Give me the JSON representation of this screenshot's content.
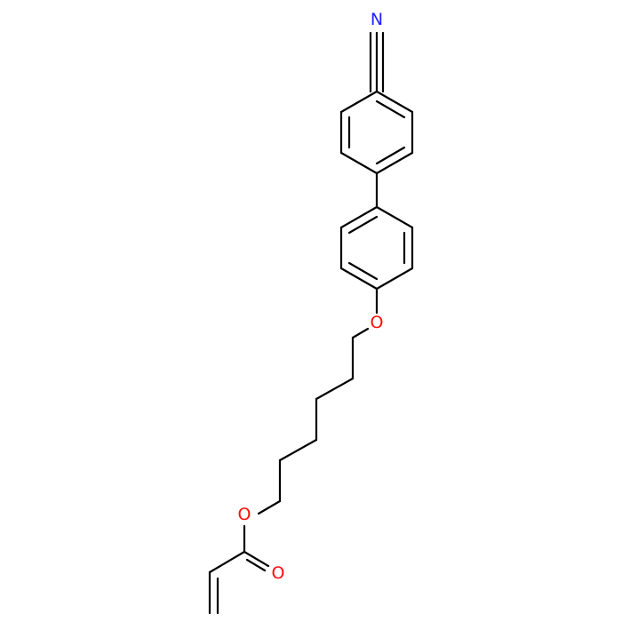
{
  "colors": {
    "background": "#ffffff",
    "bond": "#000000",
    "nitrogen": "#1f1fff",
    "oxygen": "#ff0d0d"
  },
  "atoms": {
    "nitrile_nitrogen": "N",
    "ether_oxygen": "O",
    "ester_oxygen": "O",
    "carbonyl_oxygen": "O"
  }
}
